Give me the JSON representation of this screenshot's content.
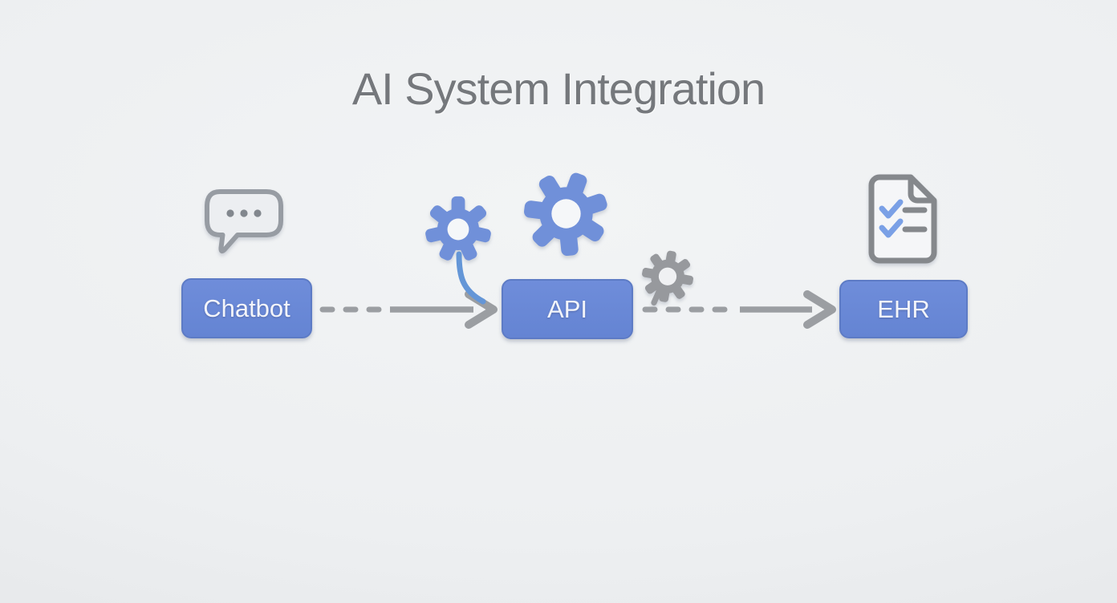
{
  "title": "AI System Integration",
  "nodes": {
    "chatbot": {
      "label": "Chatbot",
      "icon": "chat-bubble-icon"
    },
    "api": {
      "label": "API",
      "icon": "gear-icons"
    },
    "ehr": {
      "label": "EHR",
      "icon": "document-checklist-icon"
    }
  },
  "connections": [
    {
      "from": "Chatbot",
      "to": "API",
      "style": "dashed-then-solid-arrow"
    },
    {
      "from": "API",
      "to": "EHR",
      "style": "dashed-then-solid-arrow"
    }
  ],
  "icons": [
    "chat-bubble-icon",
    "gear-small-blue-icon",
    "gear-large-blue-icon",
    "gear-gray-icon",
    "document-checklist-icon"
  ],
  "colors": {
    "background": "#edeff1",
    "node_fill": "#6a88d6",
    "node_border": "#5d7bc5",
    "node_text": "#f3f5fa",
    "title_text": "#75787c",
    "arrow_gray": "#9b9ea2",
    "gear_blue": "#7090d9",
    "gear_gray": "#97999d",
    "curve_blue": "#6496d7",
    "check_blue": "#7aa0e6",
    "doc_outline": "#85888c"
  }
}
